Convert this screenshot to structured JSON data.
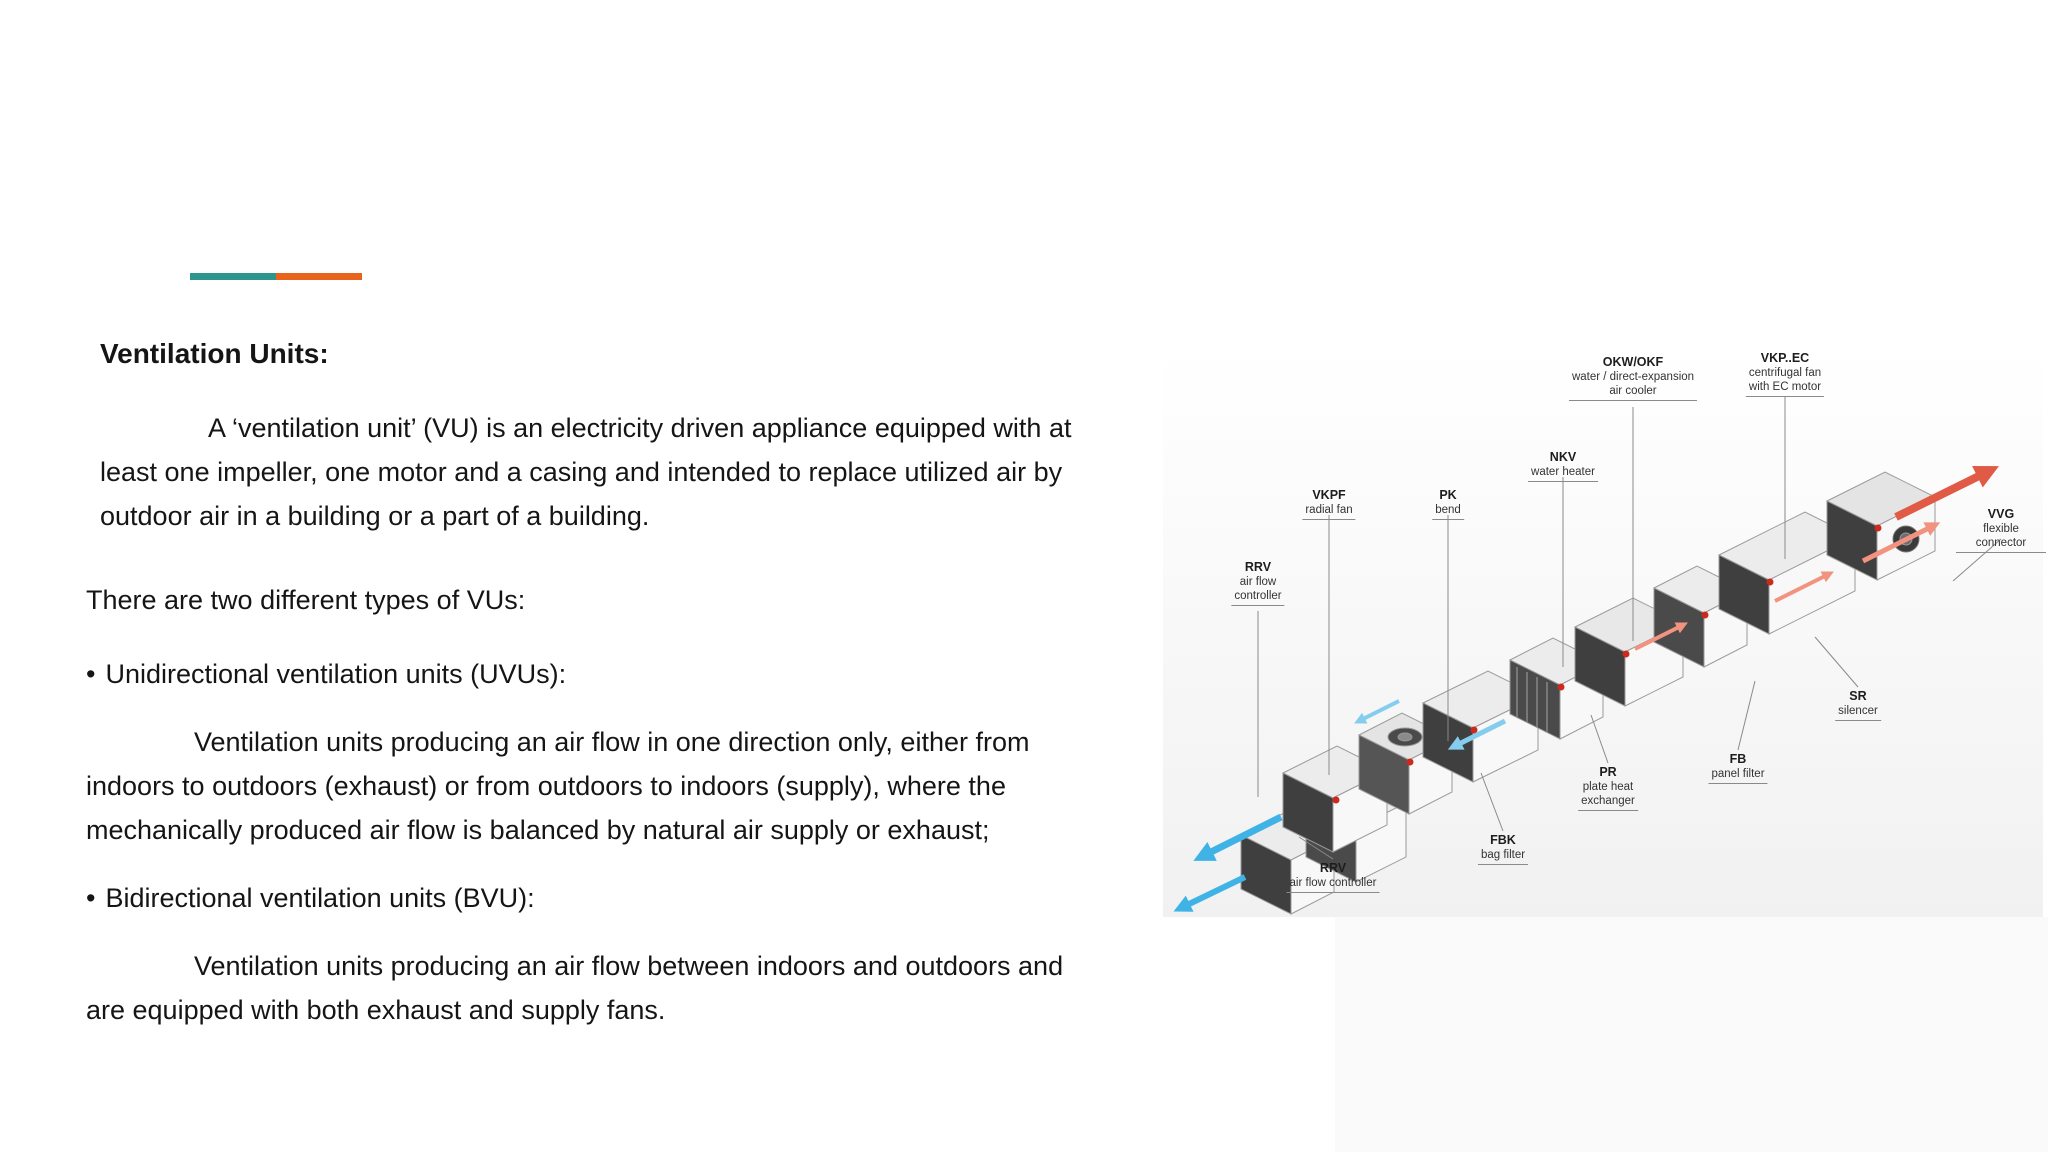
{
  "slide": {
    "title": "Ventilation Units:",
    "bullet": "•",
    "paragraphs": {
      "intro": "A ‘ventilation unit’ (VU) is an electricity driven appliance equipped with at least one impeller, one motor and a casing and intended to replace utilized air by outdoor air in a building or a part of a building.",
      "types_intro": "There are two different types of VUs:",
      "uvu_title": "Unidirectional ventilation units (UVUs):",
      "uvu_body": "Ventilation units producing an air flow in one direction only, either from indoors to outdoors (exhaust) or from outdoors to indoors (supply), where the mechanically produced air flow is balanced by natural air supply or exhaust;",
      "bvu_title": "Bidirectional ventilation units (BVU):",
      "bvu_body": "Ventilation units producing an air flow between indoors and outdoors and are equipped with both exhaust and supply fans."
    },
    "accent_colors": {
      "teal": "#2D968C",
      "orange": "#E8631C"
    }
  },
  "diagram": {
    "labels": [
      {
        "code": "OKW/OKF",
        "desc": "water / direct-expansion\nair cooler"
      },
      {
        "code": "VKP..EC",
        "desc": "centrifugal fan\nwith EC motor"
      },
      {
        "code": "NKV",
        "desc": "water heater"
      },
      {
        "code": "VKPF",
        "desc": "radial fan"
      },
      {
        "code": "PK",
        "desc": "bend"
      },
      {
        "code": "VVG",
        "desc": "flexible connector"
      },
      {
        "code": "RRV",
        "desc": "air flow\ncontroller"
      },
      {
        "code": "SR",
        "desc": "silencer"
      },
      {
        "code": "PR",
        "desc": "plate heat\nexchanger"
      },
      {
        "code": "FB",
        "desc": "panel filter"
      },
      {
        "code": "FBK",
        "desc": "bag filter"
      },
      {
        "code": "RRV",
        "desc": "air flow controller"
      }
    ],
    "flow_colors": {
      "supply_warm": "#E05A45",
      "exhaust_cold": "#3FB3E6"
    }
  }
}
